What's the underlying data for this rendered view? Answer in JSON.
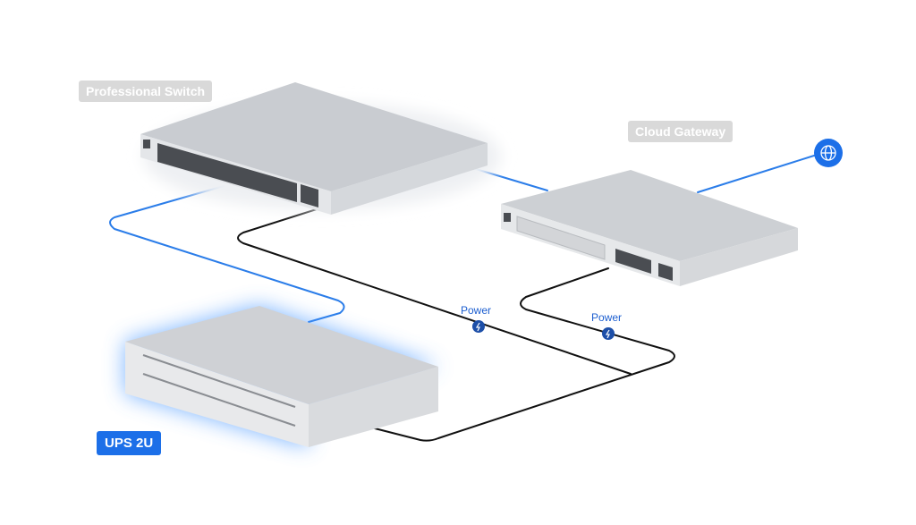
{
  "devices": {
    "switch": {
      "label": "Professional Switch"
    },
    "gateway": {
      "label": "Cloud Gateway"
    },
    "ups": {
      "label": "UPS 2U"
    }
  },
  "connections": {
    "power_1": {
      "label": "Power",
      "icon": "lightning-icon"
    },
    "power_2": {
      "label": "Power",
      "icon": "lightning-icon"
    },
    "internet": {
      "icon": "globe-icon"
    }
  },
  "colors": {
    "accent": "#1c6fe8",
    "data_cable": "#2b7de9",
    "power_cable": "#111111",
    "label_gray": "#d9d9d9"
  }
}
